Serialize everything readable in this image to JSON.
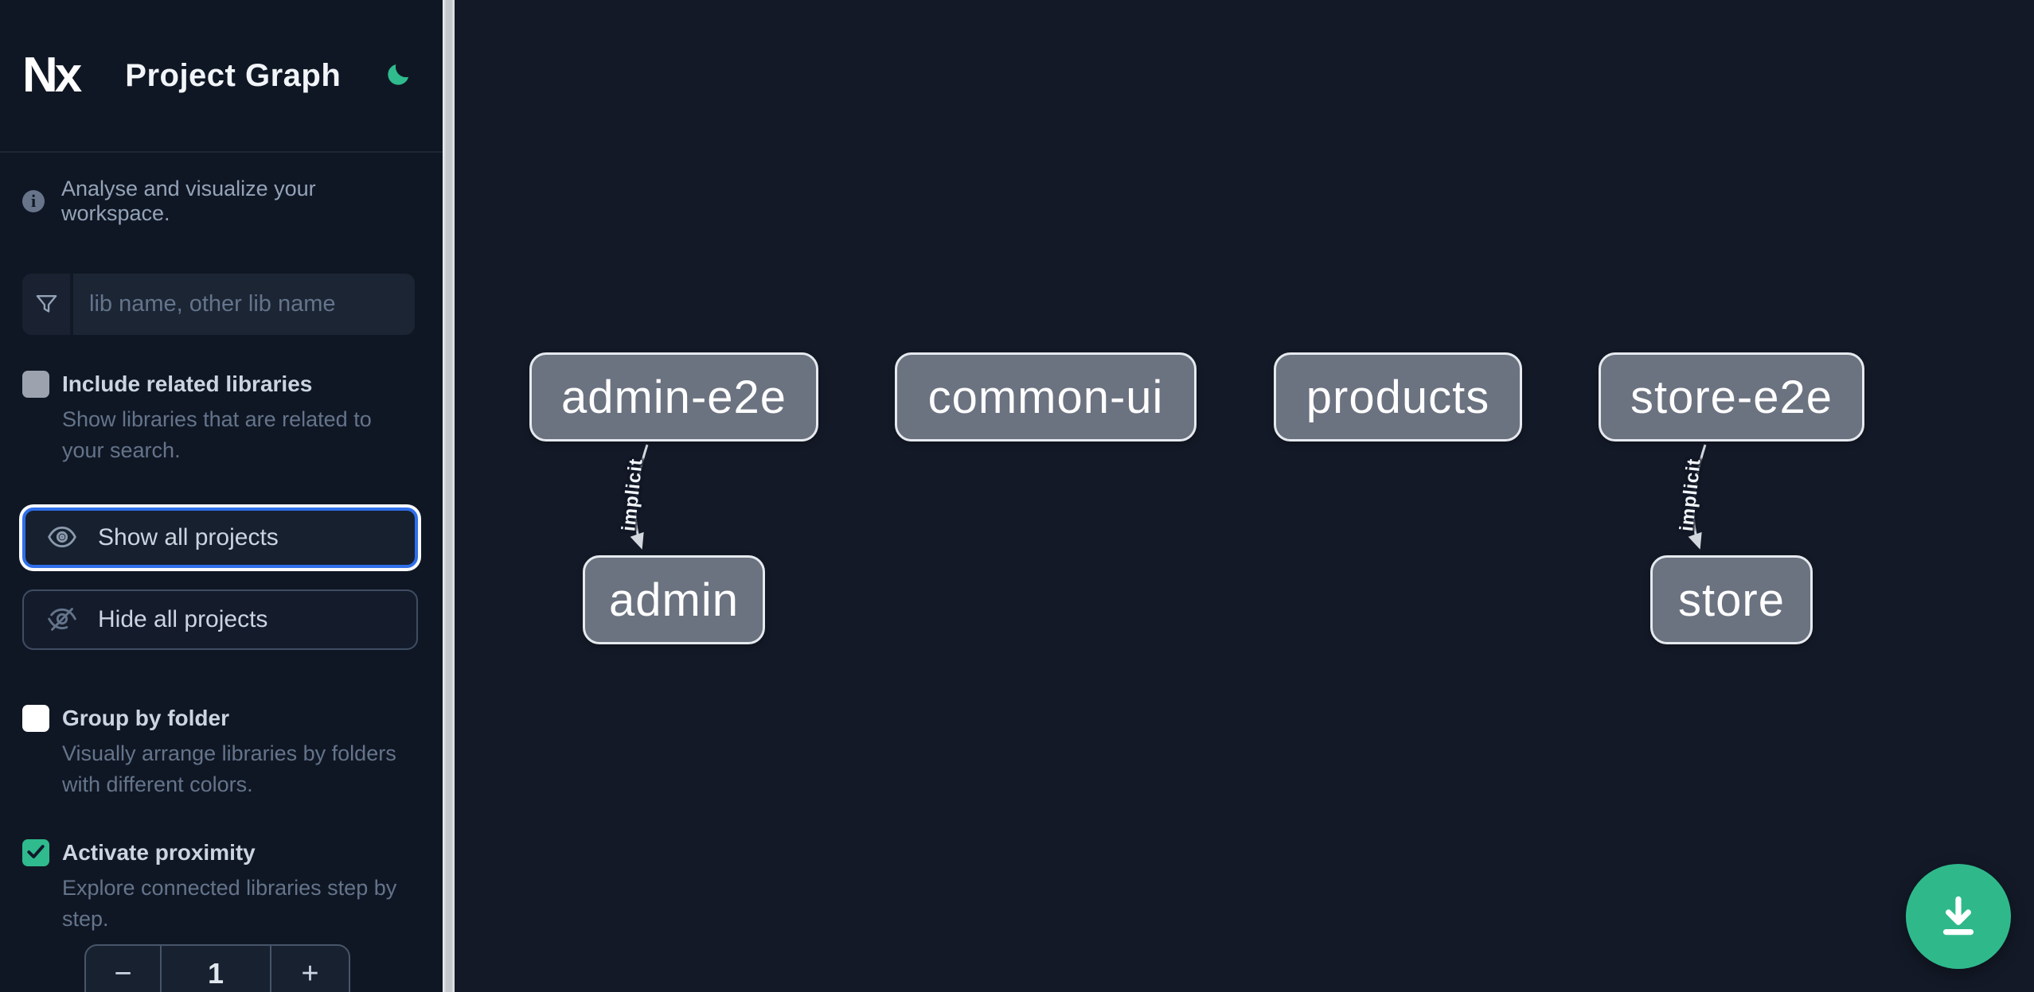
{
  "header": {
    "logo": "Nx",
    "title": "Project Graph"
  },
  "intro": {
    "text": "Analyse and visualize your workspace."
  },
  "search": {
    "placeholder": "lib name, other lib name",
    "value": ""
  },
  "options": {
    "include_related": {
      "label": "Include related libraries",
      "description": "Show libraries that are related to your search.",
      "checked": false
    },
    "group_by_folder": {
      "label": "Group by folder",
      "description": "Visually arrange libraries by folders with different colors.",
      "checked": false
    },
    "activate_proximity": {
      "label": "Activate proximity",
      "description": "Explore connected libraries step by step.",
      "checked": true
    }
  },
  "actions": {
    "show_all": "Show all projects",
    "hide_all": "Hide all projects"
  },
  "stepper": {
    "decrement": "−",
    "value": "1",
    "increment": "+"
  },
  "graph": {
    "nodes": [
      {
        "label": "admin-e2e"
      },
      {
        "label": "common-ui"
      },
      {
        "label": "products"
      },
      {
        "label": "store-e2e"
      },
      {
        "label": "admin"
      },
      {
        "label": "store"
      }
    ],
    "edges": [
      {
        "from": "admin-e2e",
        "to": "admin",
        "label": "implicit"
      },
      {
        "from": "store-e2e",
        "to": "store",
        "label": "implicit"
      }
    ]
  },
  "colors": {
    "accent": "#2fbb8d",
    "focus_ring": "#2f6feb",
    "node_fill": "#6b7280",
    "node_border": "#e6eaef",
    "sidebar_bg": "#101724",
    "canvas_bg": "#131927"
  }
}
